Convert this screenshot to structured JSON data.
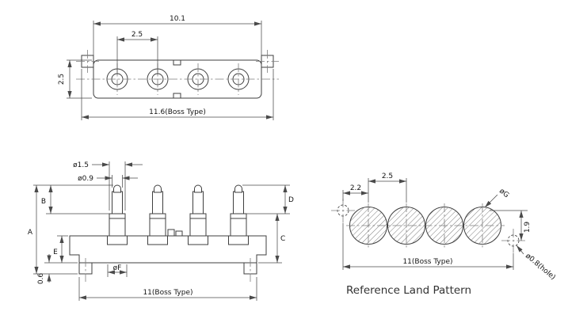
{
  "meta": {
    "background": "#ffffff",
    "outline_color": "#3f3f3f",
    "dimension_color": "#4a4a4a",
    "centerline_color": "#7e7e7e",
    "text_color": "#141414"
  },
  "top_view": {
    "dim_overall": "10.1",
    "dim_pitch": "2.5",
    "dim_width": "2.5",
    "dim_boss": "11.6(Boss Type)"
  },
  "side_view": {
    "dia_barrel": "ø1.5",
    "dia_plunger": "ø0.9",
    "dim_b": "B",
    "dim_a": "A",
    "dim_e": "E",
    "dim_d": "D",
    "dim_c": "C",
    "dia_f": "øF",
    "dim_boss_height": "0.6",
    "dim_boss": "11(Boss Type)"
  },
  "land_pattern": {
    "dim_hole_offset": "2.2",
    "dim_pitch": "2.5",
    "dia_pad": "øG",
    "dim_vertical": "1.9",
    "dia_hole": "ø0.8(hole)",
    "dim_boss": "11(Boss Type)",
    "caption": "Reference Land Pattern"
  }
}
